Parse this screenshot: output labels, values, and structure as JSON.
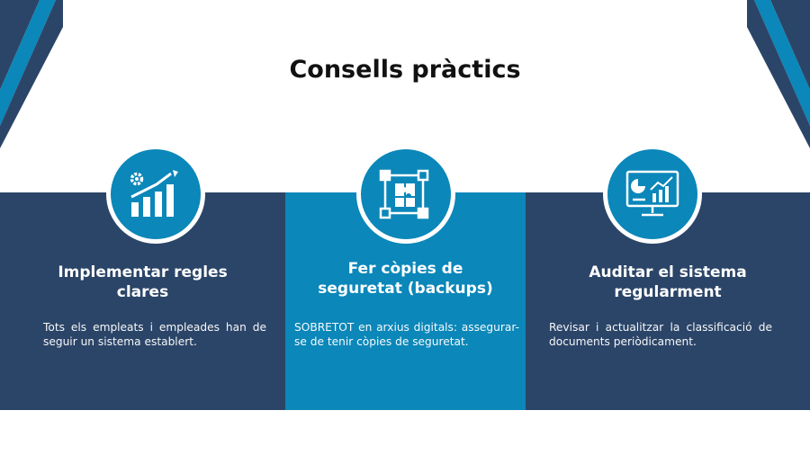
{
  "slide": {
    "title": "Consells pràctics"
  },
  "colors": {
    "dark": "#2b4568",
    "mid": "#0b87b9",
    "white": "#ffffff"
  },
  "cards": [
    {
      "icon": "growth-chart-gear-icon",
      "heading_line1": "Implementar regles",
      "heading_line2": "clares",
      "text": "Tots els empleats i empleades han de seguir un sistema establert."
    },
    {
      "icon": "puzzle-workflow-icon",
      "heading_line1": "Fer còpies de",
      "heading_line2": "seguretat (backups)",
      "text": "SOBRETOT en arxius digitals: assegurar-se de tenir còpies de seguretat."
    },
    {
      "icon": "monitor-analytics-icon",
      "heading_line1": "Auditar el sistema",
      "heading_line2": "regularment",
      "text": "Revisar i actualitzar la classificació de documents periòdicament."
    }
  ]
}
